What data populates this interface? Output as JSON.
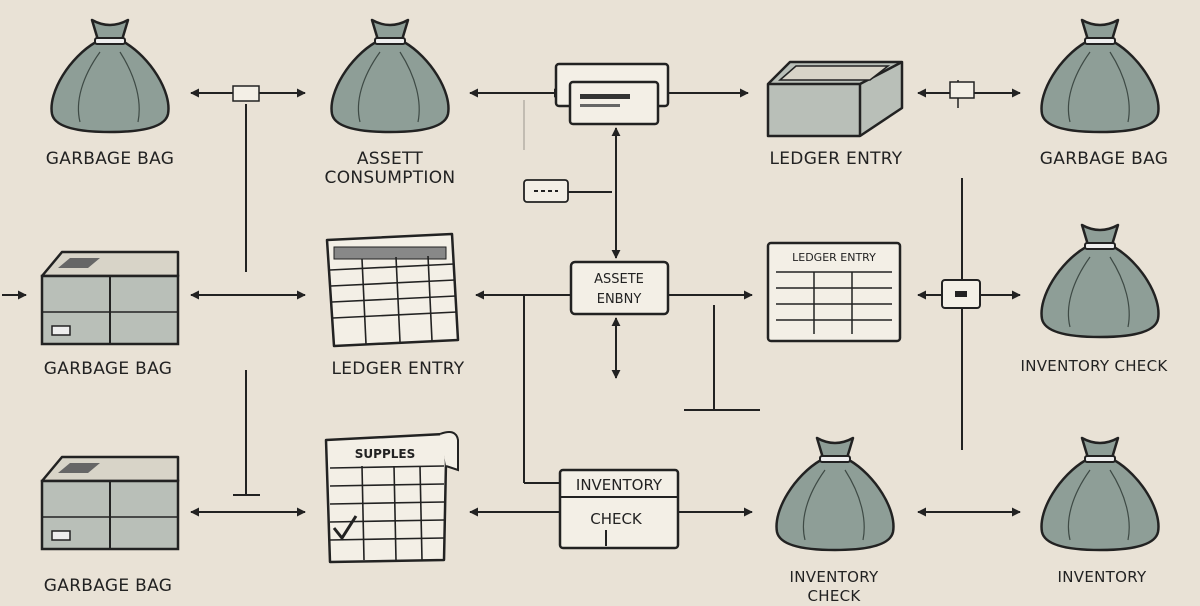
{
  "labels": {
    "bag_top_left": "GARBAGE BAG",
    "asset_consumption": "ASSETT\nCONSUMPTION",
    "ledger_entry_top": "LEDGER ENTRY",
    "bag_top_right": "GARBAGE BAG",
    "bag_mid_left": "GARBAGE BAG",
    "ledger_entry_mid": "LEDGER ENTRY",
    "asset_entry_box": "ASSETE\nENBNY",
    "ledger_sheet_header": "LEDGER ENTRY",
    "inventory_check_right": "INVENTORY CHECK",
    "supplies_header": "SUPPLES",
    "inventory_check_box_top": "INVENTORY",
    "inventory_check_box_bottom": "CHECK",
    "bag_bottom_left": "GARBAGE BAG",
    "inventory_check_bottom": "INVENTORY\nCHECK",
    "inventory_bottom_right": "INVENTORY"
  },
  "colors": {
    "background": "#e9e2d6",
    "bag_fill": "#8e9e97",
    "box_fill": "#b9bfb8",
    "paper_fill": "#f3efe6",
    "stroke": "#222222"
  }
}
